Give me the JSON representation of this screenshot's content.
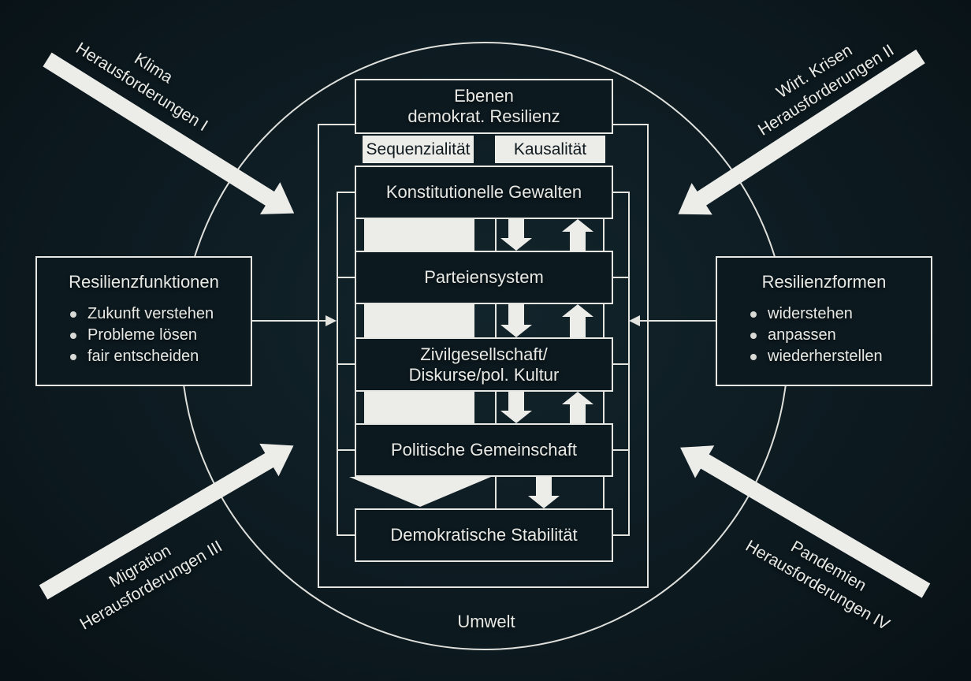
{
  "colors": {
    "background": "#0d1b21",
    "box_fill": "#0c191f",
    "line": "#e3e4e0",
    "white_fill": "#ecece9",
    "dark_text": "#101a1f",
    "light_text": "#e8e9e5"
  },
  "center_column": {
    "header": {
      "line1": "Ebenen",
      "line2": "demokrat. Resilienz"
    },
    "mode_labels": {
      "left": "Sequenzialität",
      "right": "Kausalität"
    },
    "levels": [
      {
        "label": "Konstitutionelle Gewalten"
      },
      {
        "label": "Parteiensystem"
      },
      {
        "line1": "Zivilgesellschaft/",
        "line2": "Diskurse/pol. Kultur"
      },
      {
        "label": "Politische Gemeinschaft"
      },
      {
        "label": "Demokratische Stabilität"
      }
    ]
  },
  "left_panel": {
    "title": "Resilienzfunktionen",
    "bullets": [
      "Zukunft verstehen",
      "Probleme lösen",
      "fair entscheiden"
    ]
  },
  "right_panel": {
    "title": "Resilienzformen",
    "bullets": [
      "widerstehen",
      "anpassen",
      "wiederherstellen"
    ]
  },
  "challenges": {
    "top_left": {
      "line1": "Klima",
      "line2": "Herausforderungen I"
    },
    "top_right": {
      "line1": "Wirt. Krisen",
      "line2": "Herausforderungen II"
    },
    "bottom_left": {
      "line1": "Migration",
      "line2": "Herausforderungen III"
    },
    "bottom_right": {
      "line1": "Pandemien",
      "line2": "Herausforderungen IV"
    }
  },
  "environment_label": "Umwelt"
}
